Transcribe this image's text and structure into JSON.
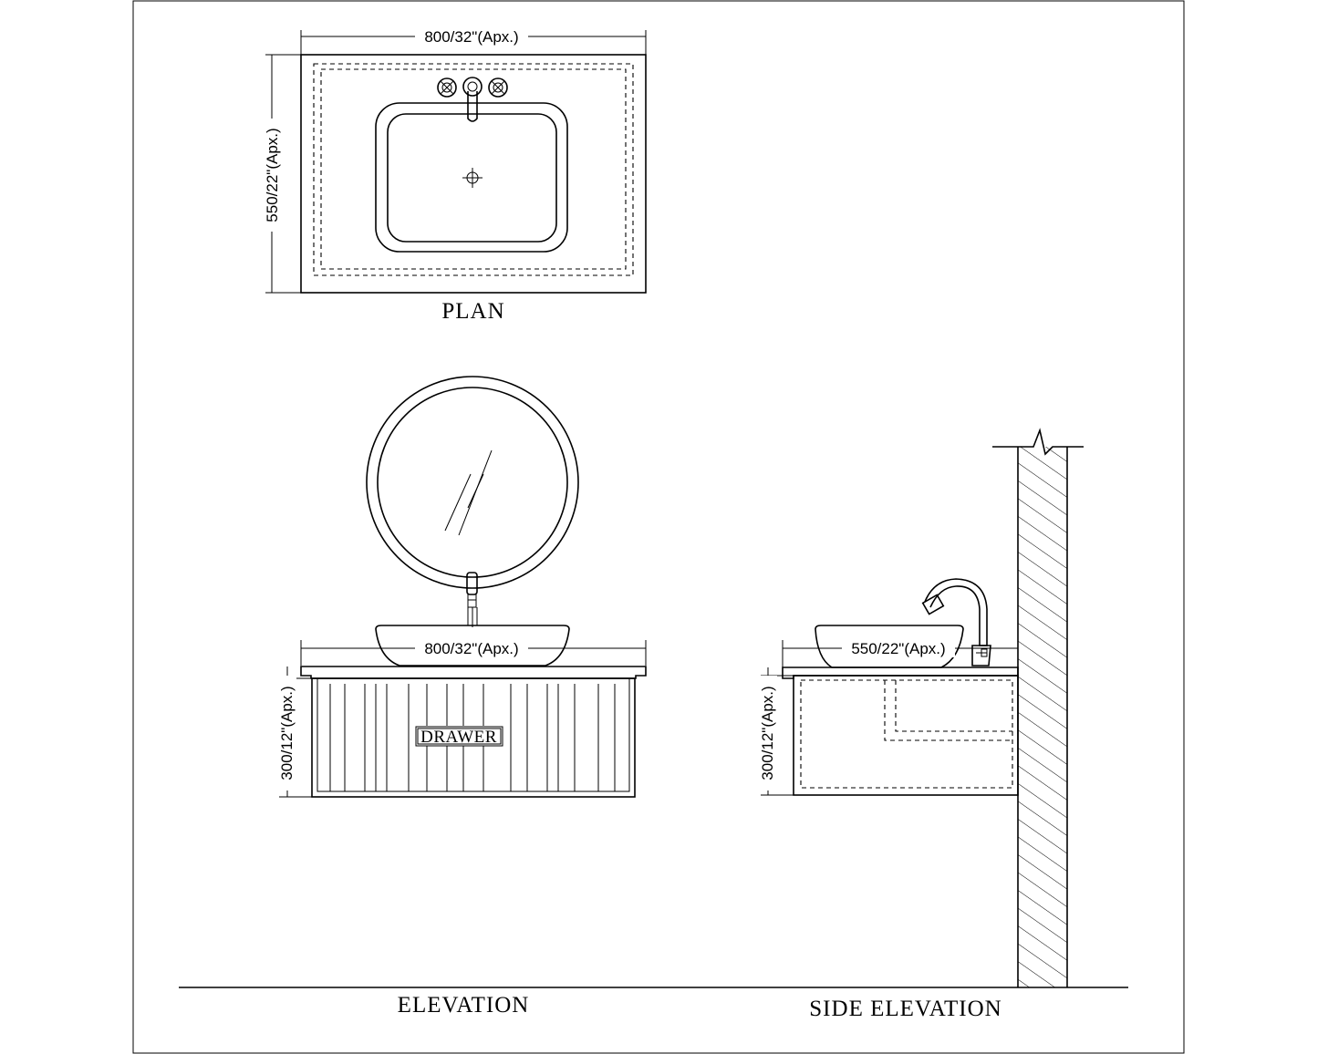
{
  "plan": {
    "title": "PLAN",
    "width_dim": "800/32\"(Apx.)",
    "depth_dim": "550/22\"(Apx.)"
  },
  "elevation": {
    "title": "ELEVATION",
    "width_dim": "800/32\"(Apx.)",
    "height_dim": "300/12\"(Apx.)",
    "drawer_label": "DRAWER"
  },
  "side_elevation": {
    "title": "SIDE ELEVATION",
    "depth_dim": "550/22\"(Apx.)",
    "height_dim": "300/12\"(Apx.)"
  }
}
